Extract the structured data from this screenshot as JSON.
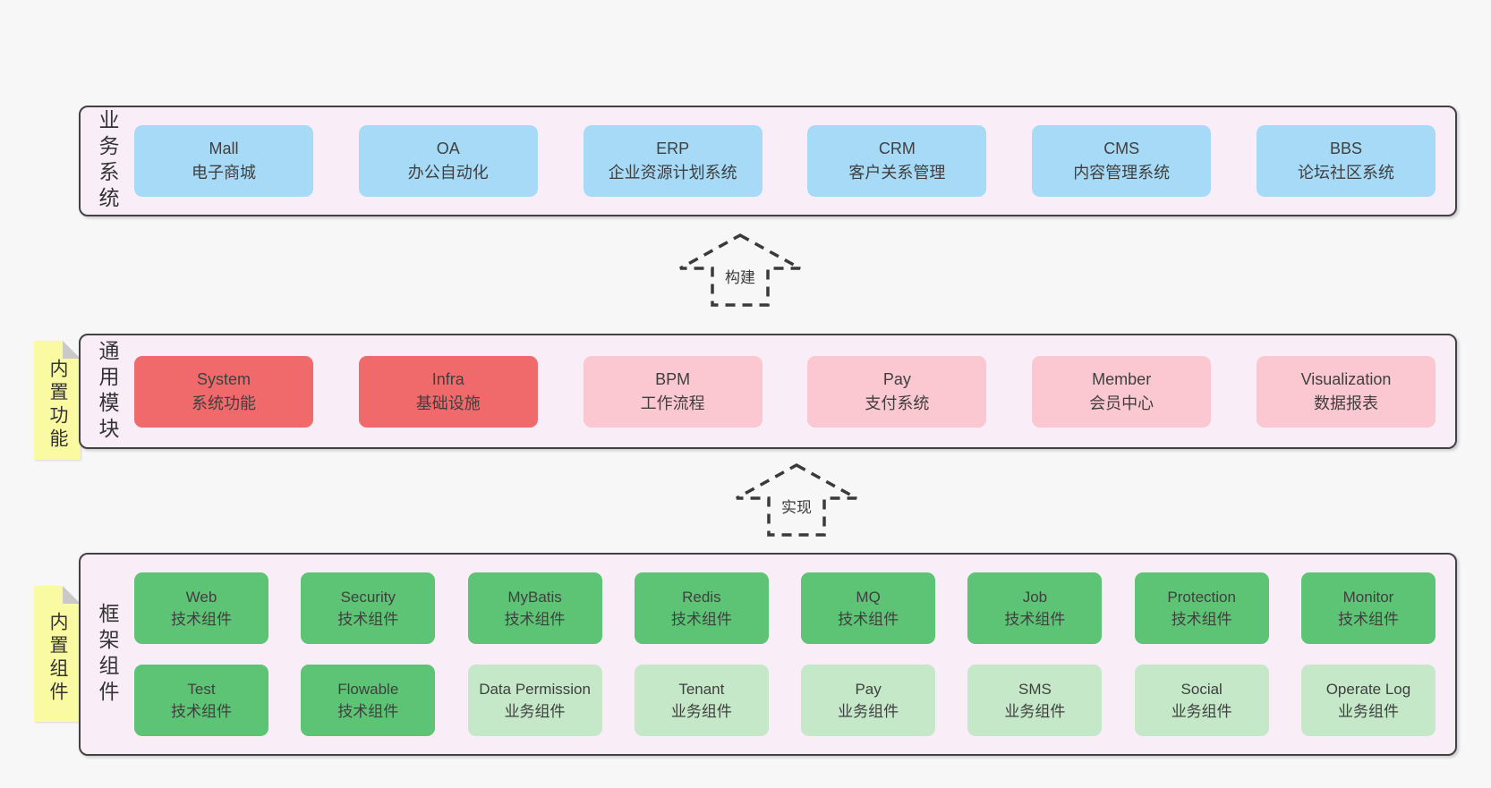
{
  "colors": {
    "page_bg": "#f7f7f7",
    "panel_bg": "#f9eef8",
    "panel_border": "#424242",
    "text": "#3f3f3f",
    "dash": "#3a3a3a",
    "note_bg": "#fafaa2",
    "note_fold": "#c9c9c9",
    "blue": "#a6daf6",
    "red": "#f16a6b",
    "pink": "#fbc7d0",
    "green": "#5ec475",
    "light_green": "#c4e8c8"
  },
  "arrows": [
    {
      "id": "build",
      "label": "构建"
    },
    {
      "id": "implement",
      "label": "实现"
    }
  ],
  "panels": [
    {
      "id": "business-systems",
      "label": "业务系统",
      "note": null,
      "rows": [
        [
          {
            "en": "Mall",
            "zh": "电子商城",
            "color": "blue"
          },
          {
            "en": "OA",
            "zh": "办公自动化",
            "color": "blue"
          },
          {
            "en": "ERP",
            "zh": "企业资源计划系统",
            "color": "blue"
          },
          {
            "en": "CRM",
            "zh": "客户关系管理",
            "color": "blue"
          },
          {
            "en": "CMS",
            "zh": "内容管理系统",
            "color": "blue"
          },
          {
            "en": "BBS",
            "zh": "论坛社区系统",
            "color": "blue"
          }
        ]
      ]
    },
    {
      "id": "common-modules",
      "label": "通用模块",
      "note": "内置功能",
      "rows": [
        [
          {
            "en": "System",
            "zh": "系统功能",
            "color": "red"
          },
          {
            "en": "Infra",
            "zh": "基础设施",
            "color": "red"
          },
          {
            "en": "BPM",
            "zh": "工作流程",
            "color": "pink"
          },
          {
            "en": "Pay",
            "zh": "支付系统",
            "color": "pink"
          },
          {
            "en": "Member",
            "zh": "会员中心",
            "color": "pink"
          },
          {
            "en": "Visualization",
            "zh": "数据报表",
            "color": "pink"
          }
        ]
      ]
    },
    {
      "id": "framework-components",
      "label": "框架组件",
      "note": "内置组件",
      "rows": [
        [
          {
            "en": "Web",
            "zh": "技术组件",
            "color": "green"
          },
          {
            "en": "Security",
            "zh": "技术组件",
            "color": "green"
          },
          {
            "en": "MyBatis",
            "zh": "技术组件",
            "color": "green"
          },
          {
            "en": "Redis",
            "zh": "技术组件",
            "color": "green"
          },
          {
            "en": "MQ",
            "zh": "技术组件",
            "color": "green"
          },
          {
            "en": "Job",
            "zh": "技术组件",
            "color": "green"
          },
          {
            "en": "Protection",
            "zh": "技术组件",
            "color": "green"
          },
          {
            "en": "Monitor",
            "zh": "技术组件",
            "color": "green"
          }
        ],
        [
          {
            "en": "Test",
            "zh": "技术组件",
            "color": "green"
          },
          {
            "en": "Flowable",
            "zh": "技术组件",
            "color": "green"
          },
          {
            "en": "Data Permission",
            "zh": "业务组件",
            "color": "light_green"
          },
          {
            "en": "Tenant",
            "zh": "业务组件",
            "color": "light_green"
          },
          {
            "en": "Pay",
            "zh": "业务组件",
            "color": "light_green"
          },
          {
            "en": "SMS",
            "zh": "业务组件",
            "color": "light_green"
          },
          {
            "en": "Social",
            "zh": "业务组件",
            "color": "light_green"
          },
          {
            "en": "Operate Log",
            "zh": "业务组件",
            "color": "light_green"
          }
        ]
      ]
    }
  ]
}
